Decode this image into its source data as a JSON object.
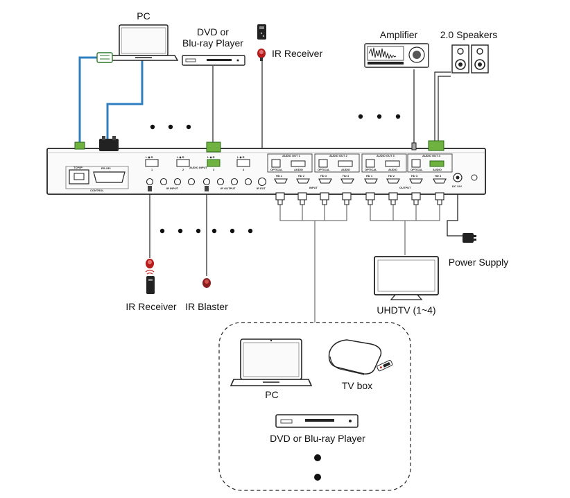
{
  "labels": {
    "pc_top": "PC",
    "dvd_top_1": "DVD or",
    "dvd_top_2": "Blu-ray Player",
    "ir_receiver_top": "IR Receiver",
    "amplifier": "Amplifier",
    "speakers": "2.0 Speakers",
    "power_supply": "Power Supply",
    "uhdtv": "UHDTV (1~4)",
    "ir_receiver_bottom": "IR Receiver",
    "ir_blaster": "IR Blaster",
    "pc_bottom": "PC",
    "tv_box": "TV box",
    "dvd_bottom": "DVD or Blu-ray Player"
  },
  "panel": {
    "tcpip": "TCP/IP",
    "rs232": "RS-232",
    "control": "CONTROL",
    "audio_input": "AUDIO INPUT",
    "ir_input": "IR INPUT",
    "ir_output": "IR OUTPUT",
    "ir_ext": "IR EXT",
    "audio_out": [
      "AUDIO OUT 1",
      "AUDIO OUT 2",
      "AUDIO OUT 3",
      "AUDIO OUT 4"
    ],
    "optical": "OPTICAL",
    "audio": "AUDIO",
    "hdmi_in": [
      "HD 1",
      "HD 2",
      "HD 3",
      "HD 4"
    ],
    "hdmi_out": [
      "HD 1",
      "HD 2",
      "HD 3",
      "HD 4"
    ],
    "input": "INPUT",
    "output": "OUTPUT",
    "dc": "DC 12V",
    "lr": "L ◆ R",
    "nums": [
      "1",
      "2",
      "3",
      "4"
    ]
  }
}
